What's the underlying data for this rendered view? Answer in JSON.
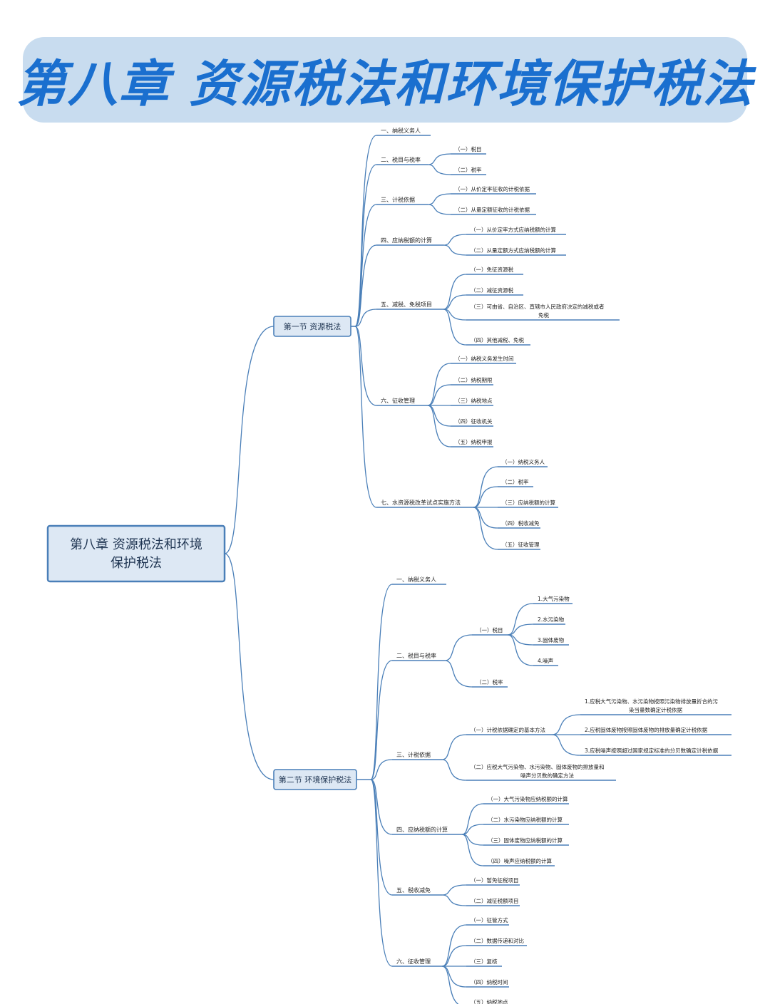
{
  "banner": {
    "title": "第八章 资源税法和环境保护税法"
  },
  "root": {
    "line1": "第八章 资源税法和环境",
    "line2": "保护税法"
  },
  "sections": [
    {
      "label": "第一节 资源税法",
      "items": [
        {
          "label": "一、纳税义务人",
          "children": []
        },
        {
          "label": "二、税目与税率",
          "children": [
            {
              "label": "（一）税目"
            },
            {
              "label": "（二）税率"
            }
          ]
        },
        {
          "label": "三、计税依据",
          "children": [
            {
              "label": "（一）从价定率征收的计税依据"
            },
            {
              "label": "（二）从量定额征收的计税依据"
            }
          ]
        },
        {
          "label": "四、应纳税额的计算",
          "children": [
            {
              "label": "（一）从价定率方式应纳税额的计算"
            },
            {
              "label": "（二）从量定额方式应纳税额的计算"
            }
          ]
        },
        {
          "label": "五、减税、免税项目",
          "children": [
            {
              "label": "（一）免征资源税"
            },
            {
              "label": "（二）减征资源税"
            },
            {
              "label": "（三）可由省、自治区、直辖市人民政府决定的减税或者",
              "label2": "免税"
            },
            {
              "label": "（四）其他减税、免税"
            }
          ]
        },
        {
          "label": "六、征收管理",
          "children": [
            {
              "label": "（一）纳税义务发生时间"
            },
            {
              "label": "（二）纳税期限"
            },
            {
              "label": "（三）纳税地点"
            },
            {
              "label": "（四）征收机关"
            },
            {
              "label": "（五）纳税申报"
            }
          ]
        },
        {
          "label": "七、水资源税改革试点实施方法",
          "children": [
            {
              "label": "（一）纳税义务人"
            },
            {
              "label": "（二）税率"
            },
            {
              "label": "（三）应纳税额的计算"
            },
            {
              "label": "（四）税收减免"
            },
            {
              "label": "（五）征收管理"
            }
          ]
        }
      ]
    },
    {
      "label": "第二节 环境保护税法",
      "items": [
        {
          "label": "一、纳税义务人",
          "children": []
        },
        {
          "label": "二、税目与税率",
          "children": [
            {
              "label": "（一）税目",
              "children": [
                {
                  "label": "1.大气污染物"
                },
                {
                  "label": "2.水污染物"
                },
                {
                  "label": "3.固体废物"
                },
                {
                  "label": "4.噪声"
                }
              ]
            },
            {
              "label": "（二）税率"
            }
          ]
        },
        {
          "label": "三、计税依据",
          "children": [
            {
              "label": "（一）计税依据确定的基本方法",
              "children": [
                {
                  "label": "1.应税大气污染物、水污染物按照污染物排放量折合的污",
                  "label2": "染当量数确定计税依据"
                },
                {
                  "label": "2.应税固体废物按照固体废物的排放量确定计税依据"
                },
                {
                  "label": "3.应税噪声按照超过国家规定标准的分贝数确定计税依据"
                }
              ]
            },
            {
              "label": "（二）应税大气污染物、水污染物、固体废物的排放量和",
              "label2": "噪声分贝数的确定方法"
            }
          ]
        },
        {
          "label": "四、应纳税额的计算",
          "children": [
            {
              "label": "（一）大气污染物应纳税额的计算"
            },
            {
              "label": "（二）水污染物应纳税额的计算"
            },
            {
              "label": "（三）固体废物应纳税额的计算"
            },
            {
              "label": "（四）噪声应纳税额的计算"
            }
          ]
        },
        {
          "label": "五、税收减免",
          "children": [
            {
              "label": "（一）暂免征税项目"
            },
            {
              "label": "（二）减征税额项目"
            }
          ]
        },
        {
          "label": "六、征收管理",
          "children": [
            {
              "label": "（一）征管方式"
            },
            {
              "label": "（二）数据传递和对比"
            },
            {
              "label": "（三）复核"
            },
            {
              "label": "（四）纳税时间"
            },
            {
              "label": "（五）纳税地点"
            }
          ]
        }
      ]
    }
  ],
  "colors": {
    "line": "#4a7fb8",
    "box_fill": "#dde8f4",
    "box_border": "#4a7fb8",
    "title": "#1a6fcf",
    "banner": "#c8dcef"
  }
}
